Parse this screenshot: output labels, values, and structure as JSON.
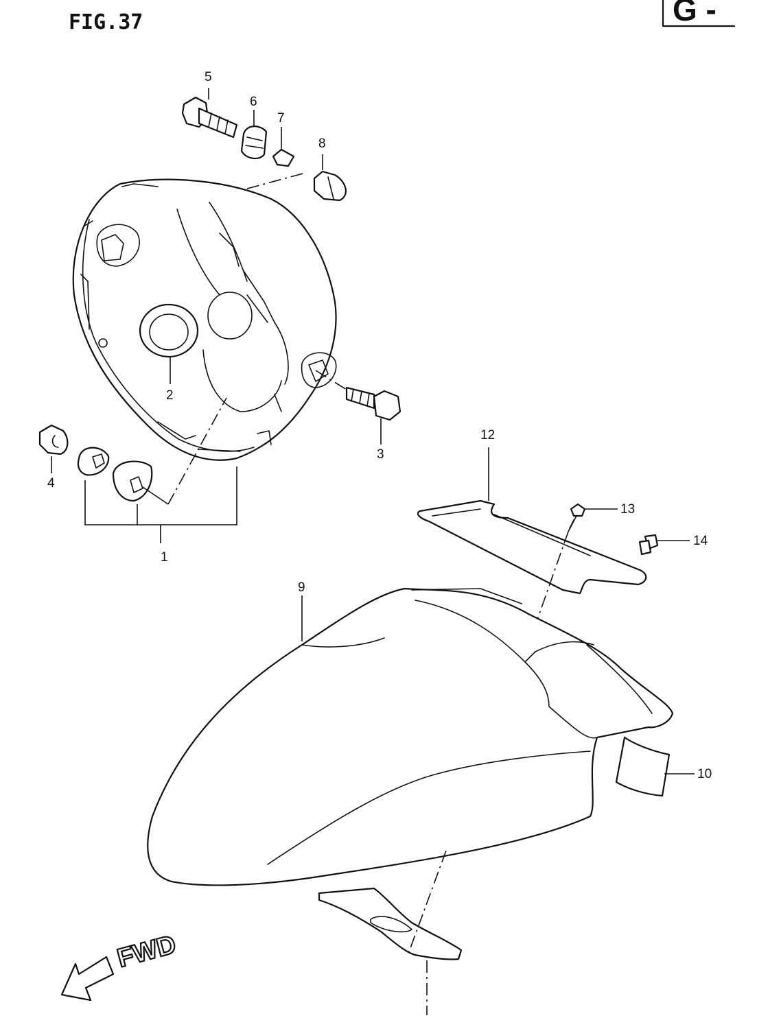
{
  "header": {
    "figure_label": "FIG.37",
    "group_label": "G -"
  },
  "direction": {
    "label": "FWD"
  },
  "callouts": {
    "c1": "1",
    "c2": "2",
    "c3": "3",
    "c4": "4",
    "c5": "5",
    "c6": "6",
    "c7": "7",
    "c8": "8",
    "c9": "9",
    "c10": "10",
    "c12": "12",
    "c13": "13",
    "c14": "14"
  }
}
